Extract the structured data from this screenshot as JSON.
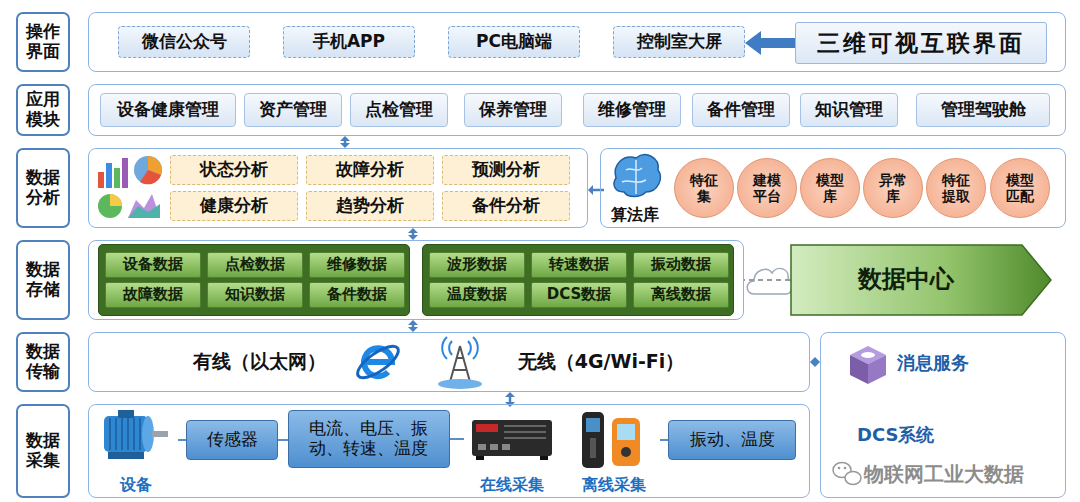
{
  "diagram": {
    "nodes": [
      {
        "text": [
          "操作界面"
        ]
      },
      {
        "text": []
      },
      {
        "text": [
          "微信公众号"
        ],
        "in": 1
      },
      {
        "text": [
          "手机APP"
        ],
        "in": 1
      },
      {
        "text": [
          "PC电脑端"
        ],
        "in": 1
      },
      {
        "text": [
          "控制室大屏"
        ],
        "in": 1
      },
      {
        "text": [
          "三维可视互联界面"
        ],
        "in": 1
      },
      {
        "text": [
          "应用模块"
        ]
      },
      {
        "text": []
      },
      {
        "text": [
          "设备健康管理"
        ],
        "in": 8
      },
      {
        "text": [
          "资产管理"
        ],
        "in": 8
      },
      {
        "text": [
          "点检管理"
        ],
        "in": 8
      },
      {
        "text": [
          "保养管理"
        ],
        "in": 8
      },
      {
        "text": [
          "维修管理"
        ],
        "in": 8
      },
      {
        "text": [
          "备件管理"
        ],
        "in": 8
      },
      {
        "text": [
          "知识管理"
        ],
        "in": 8
      },
      {
        "text": [
          "管理驾驶舱"
        ],
        "in": 8
      },
      {
        "text": [
          "数据分析"
        ]
      },
      {
        "text": []
      },
      {
        "text": [
          "状态分析"
        ],
        "in": 18
      },
      {
        "text": [
          "故障分析"
        ],
        "in": 18
      },
      {
        "text": [
          "预测分析"
        ],
        "in": 18
      },
      {
        "text": [
          "健康分析"
        ],
        "in": 18
      },
      {
        "text": [
          "趋势分析"
        ],
        "in": 18
      },
      {
        "text": [
          "备件分析"
        ],
        "in": 18
      },
      {
        "text": []
      },
      {
        "text": [
          "算法库"
        ],
        "in": 25
      },
      {
        "text": [
          "特征集"
        ],
        "in": 25
      },
      {
        "text": [
          "建模平台"
        ],
        "in": 25
      },
      {
        "text": [
          "模型库"
        ],
        "in": 25
      },
      {
        "text": [
          "异常库"
        ],
        "in": 25
      },
      {
        "text": [
          "特征提取"
        ],
        "in": 25
      },
      {
        "text": [
          "模型匹配"
        ],
        "in": 25
      },
      {
        "text": [
          "数据存储"
        ]
      },
      {
        "text": []
      },
      {
        "text": [],
        "in": 34
      },
      {
        "text": [
          "设备数据"
        ],
        "in": 35
      },
      {
        "text": [
          "点检数据"
        ],
        "in": 35
      },
      {
        "text": [
          "维修数据"
        ],
        "in": 35
      },
      {
        "text": [
          "故障数据"
        ],
        "in": 35
      },
      {
        "text": [
          "知识数据"
        ],
        "in": 35
      },
      {
        "text": [
          "备件数据"
        ],
        "in": 35
      },
      {
        "text": [],
        "in": 34
      },
      {
        "text": [
          "波形数据"
        ],
        "in": 42
      },
      {
        "text": [
          "转速数据"
        ],
        "in": 42
      },
      {
        "text": [
          "振动数据"
        ],
        "in": 42
      },
      {
        "text": [
          "温度数据"
        ],
        "in": 42
      },
      {
        "text": [
          "DCS数据"
        ],
        "in": 42
      },
      {
        "text": [
          "离线数据"
        ],
        "in": 42
      },
      {
        "text": [
          "数据中心"
        ]
      },
      {
        "text": [
          "数据传输"
        ]
      },
      {
        "text": []
      },
      {
        "text": [
          "有线（以太网）"
        ],
        "in": 51
      },
      {
        "text": [
          "无线（4G/Wi-Fi）"
        ],
        "in": 51
      },
      {
        "text": [
          "消息服务",
          "DCS系统"
        ]
      },
      {
        "text": [
          "数据采集"
        ]
      },
      {
        "text": []
      },
      {
        "text": [
          "设备"
        ],
        "in": 56
      },
      {
        "text": [
          "传感器"
        ],
        "in": 56
      },
      {
        "text": [
          "电流、电压、振动、转速、温度"
        ],
        "in": 56
      },
      {
        "text": [
          "在线采集"
        ],
        "in": 56
      },
      {
        "text": [
          "离线采集"
        ],
        "in": 56
      },
      {
        "text": [
          "振动、温度"
        ],
        "in": 56
      }
    ],
    "edges": [
      {
        "from": 6,
        "to": 5,
        "arrow": "to"
      },
      {
        "from": 8,
        "to": 18,
        "arrow": "both"
      },
      {
        "from": 26,
        "to": 18,
        "arrow": "to"
      },
      {
        "from": 18,
        "to": 34,
        "arrow": "both"
      },
      {
        "from": 49,
        "to": 34,
        "arrow": "none"
      },
      {
        "from": 34,
        "to": 51,
        "arrow": "both"
      },
      {
        "from": 51,
        "to": 54,
        "arrow": "both"
      },
      {
        "from": 51,
        "to": 60,
        "arrow": "both"
      },
      {
        "from": 57,
        "to": 58,
        "arrow": "none"
      },
      {
        "from": 58,
        "to": 59,
        "arrow": "none"
      },
      {
        "from": 59,
        "to": 60,
        "arrow": "none"
      },
      {
        "from": 61,
        "to": 62,
        "arrow": "none"
      }
    ],
    "labels": [
      "物联网工业大数据"
    ]
  }
}
